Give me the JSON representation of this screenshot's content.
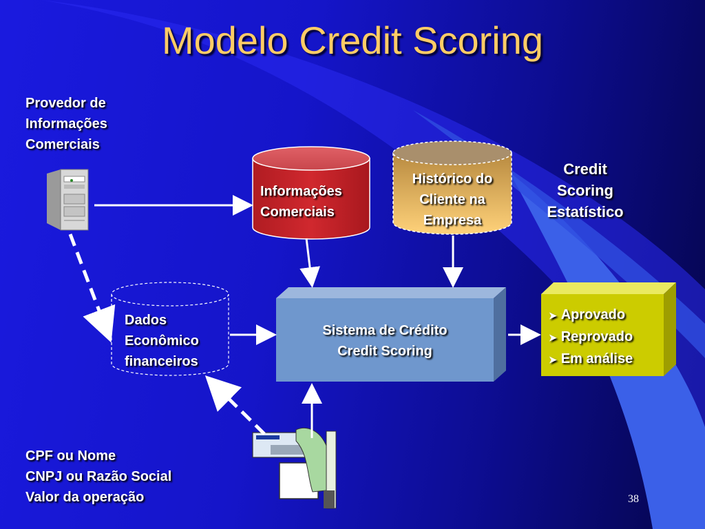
{
  "slide": {
    "title": "Modelo Credit Scoring",
    "page_number": "38"
  },
  "provider": {
    "line1": "Provedor de",
    "line2": "Informações",
    "line3": "Comerciais"
  },
  "cylinders": {
    "info": {
      "line1": "Informações",
      "line2": "Comerciais"
    },
    "history": {
      "line1": "Histórico do",
      "line2": "Cliente na",
      "line3": "Empresa"
    },
    "economic": {
      "line1": "Dados",
      "line2": "Econômico",
      "line3": "financeiros"
    }
  },
  "scoring_label": {
    "line1": "Credit",
    "line2": "Scoring",
    "line3": "Estatístico"
  },
  "system_box": {
    "line1": "Sistema de Crédito",
    "line2": "Credit Scoring"
  },
  "results": {
    "items": [
      "Aprovado",
      "Reprovado",
      "Em análise"
    ]
  },
  "inputs": {
    "line1": "CPF ou Nome",
    "line2": "CNPJ ou Razão Social",
    "line3": "Valor da operação"
  },
  "colors": {
    "title": "#ffcc66",
    "red_cylinder": "#c8282e",
    "tan_cylinder": "#e6b25a",
    "system_box": "#6f97cd",
    "result_box": "#cccc00",
    "background_dark": "#05054a",
    "background_light": "#1a1adf"
  }
}
